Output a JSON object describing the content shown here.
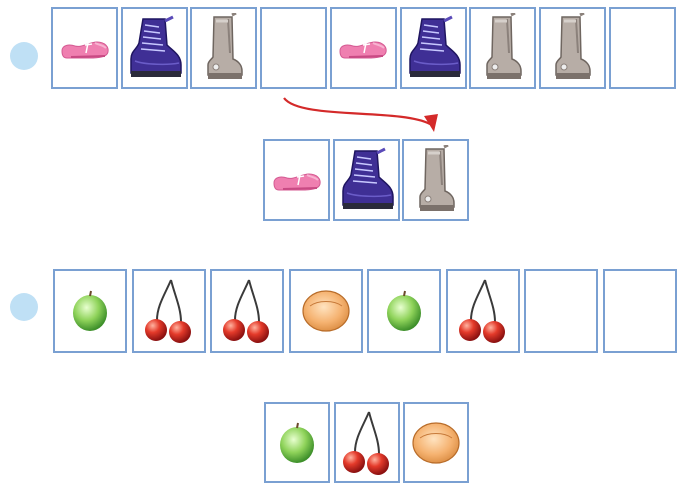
{
  "colors": {
    "cell_border": "#7aa0d2",
    "bullet": "#bfe0f5",
    "arrow": "#d42a2a"
  },
  "exercise_1": {
    "sequence": [
      "pink-shoe-icon",
      "purple-boot-icon",
      "grey-boot-icon",
      "empty",
      "pink-shoe-icon",
      "purple-boot-icon",
      "grey-boot-icon",
      "grey-boot-icon",
      "empty"
    ],
    "options": [
      "pink-shoe-icon",
      "purple-boot-icon",
      "grey-boot-icon"
    ],
    "arrow_target_option": 3
  },
  "exercise_2": {
    "sequence": [
      "green-apple-icon",
      "cherries-icon",
      "cherries-icon",
      "orange-bun-icon",
      "green-apple-icon",
      "cherries-icon",
      "empty",
      "empty"
    ],
    "options": [
      "green-apple-icon",
      "cherries-icon",
      "orange-bun-icon"
    ]
  }
}
